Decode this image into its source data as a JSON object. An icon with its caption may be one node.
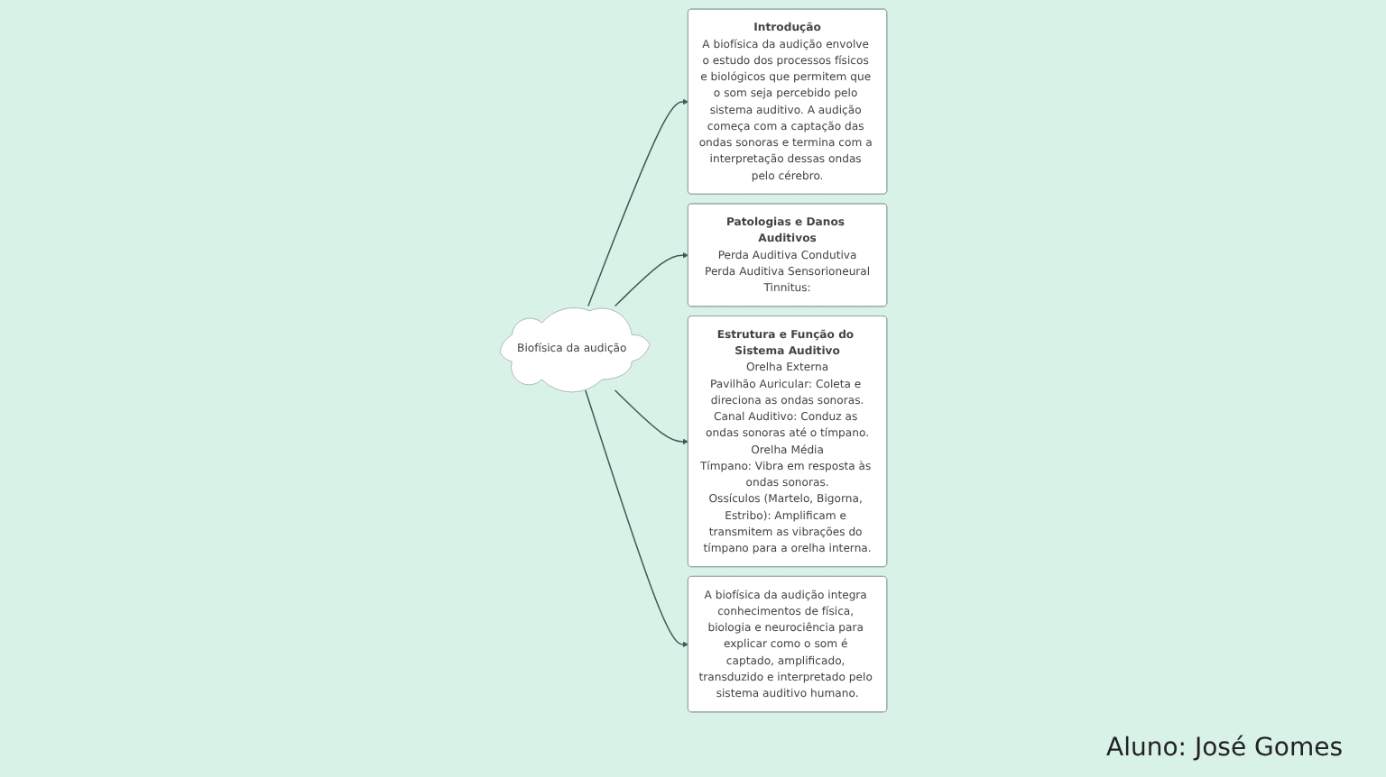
{
  "diagram": {
    "nodes": [
      {
        "text": [
          "Biofísica da audição"
        ]
      },
      {
        "text": [
          "Introdução",
          "A biofísica da audição envolve o estudo dos processos físicos e biológicos que permitem que o som seja percebido pelo sistema auditivo. A audição começa com a captação das ondas sonoras e termina com a interpretação dessas ondas pelo cérebro."
        ]
      },
      {
        "text": [
          "Patologias e Danos Auditivos",
          "Perda Auditiva Condutiva",
          "Perda Auditiva Sensorioneural",
          "Tinnitus:"
        ]
      },
      {
        "text": [
          "Estrutura e Função do Sistema Auditivo",
          "Orelha Externa",
          "Pavilhão Auricular: Coleta e direciona as ondas sonoras.",
          "Canal Auditivo: Conduz as ondas sonoras até o tímpano.",
          "Orelha Média",
          "Tímpano: Vibra em resposta às ondas sonoras.",
          "Ossículos (Martelo, Bigorna, Estribo): Amplificam e transmitem as vibrações do tímpano para a orelha interna."
        ]
      },
      {
        "text": [
          "A biofísica da audição integra conhecimentos de física, biologia e neurociência para explicar como o som é captado, amplificado, transduzido e interpretado pelo sistema auditivo humano."
        ]
      }
    ],
    "edges": [
      {
        "from": 0,
        "to": 1,
        "arrow": "to"
      },
      {
        "from": 0,
        "to": 2,
        "arrow": "to"
      },
      {
        "from": 0,
        "to": 3,
        "arrow": "to"
      },
      {
        "from": 0,
        "to": 4,
        "arrow": "to"
      }
    ],
    "labels": [
      "Aluno: José Gomes"
    ]
  }
}
